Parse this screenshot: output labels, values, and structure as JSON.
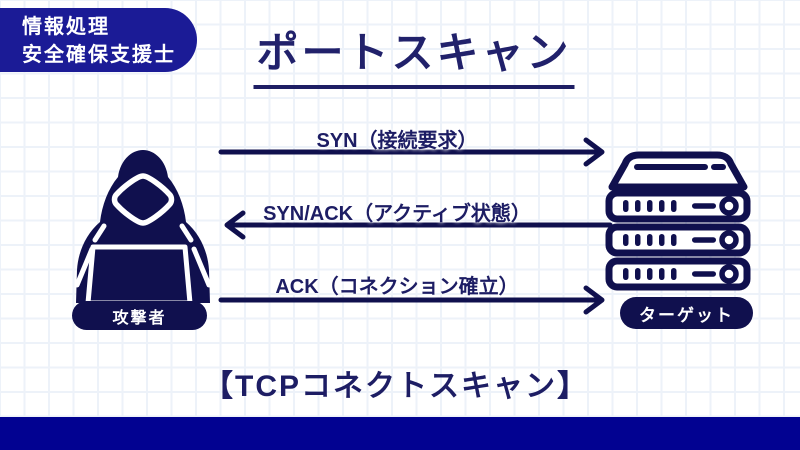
{
  "badge": {
    "line1": "情報処理",
    "line2": "安全確保支援士"
  },
  "title": "ポートスキャン",
  "messages": [
    {
      "label": "SYN（接続要求）",
      "direction": "right",
      "from": "attacker",
      "to": "target"
    },
    {
      "label": "SYN/ACK（アクティブ状態）",
      "direction": "left",
      "from": "target",
      "to": "attacker"
    },
    {
      "label": "ACK（コネクション確立）",
      "direction": "right",
      "from": "attacker",
      "to": "target"
    }
  ],
  "actors": {
    "attacker": "攻撃者",
    "target": "ターゲット"
  },
  "caption": "【TCPコネクトスキャン】",
  "icons": {
    "attacker": "hooded-hacker-with-laptop-icon",
    "target": "server-rack-icon"
  },
  "colors": {
    "ink_navy": "#1d1d64",
    "icon_navy": "#10104e",
    "badge_blue": "#1b1b96",
    "bottom_bar_blue": "#020291",
    "grid_line": "#edf2f9",
    "background": "#ffffff"
  }
}
